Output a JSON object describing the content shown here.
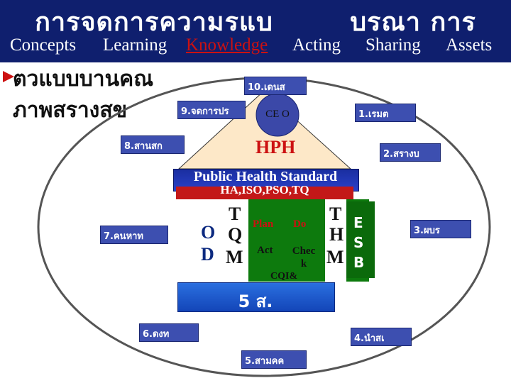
{
  "title": {
    "thai_left": "การจดการความรแบ",
    "thai_right": "บรณา การ"
  },
  "concepts": {
    "items": [
      "Concepts",
      "Learning",
      "Knowledge",
      "Acting",
      "Sharing",
      "Assets"
    ],
    "highlight": "Knowledge",
    "highlight_color": "#cc1111"
  },
  "heading": {
    "line1": "ตวแบบบานคณ",
    "line2": "ภาพสรางสข"
  },
  "center": {
    "ceo": "CE O",
    "hph": "HPH",
    "public_health_standard": "Public Health Standard",
    "ha_line": "HA,ISO,PSO,TQ",
    "five_s": "5 ส."
  },
  "core": {
    "left_letters": [
      "O",
      "D"
    ],
    "tqm_left": [
      "T",
      "Q",
      "M"
    ],
    "pdca": [
      "Plan",
      "Do",
      "Act",
      "Chec k"
    ],
    "cqi": "CQI&",
    "tqm_right": [
      "T",
      "H",
      "M"
    ],
    "esb": [
      "E",
      "S",
      "B"
    ]
  },
  "boxes": [
    {
      "key": "b10",
      "label": "10.เดนส"
    },
    {
      "key": "b1",
      "label": "1.เรมต"
    },
    {
      "key": "b2",
      "label": "2.สรางบ"
    },
    {
      "key": "b3",
      "label": "3.ผบร"
    },
    {
      "key": "b4",
      "label": "4.นำสเ"
    },
    {
      "key": "b5",
      "label": "5.สามคค"
    },
    {
      "key": "b6",
      "label": "6.ดงท"
    },
    {
      "key": "b7",
      "label": "7.คนหาท"
    },
    {
      "key": "b8",
      "label": "8.สานสก"
    },
    {
      "key": "b9",
      "label": "9.จดการปร"
    }
  ],
  "colors": {
    "title_bg": "#0f1f6e",
    "box_bg": "#3d4fb0",
    "core_green": "#0d7a0d",
    "pdca_circle": "#fff8b0",
    "accent_red": "#cc1111"
  }
}
